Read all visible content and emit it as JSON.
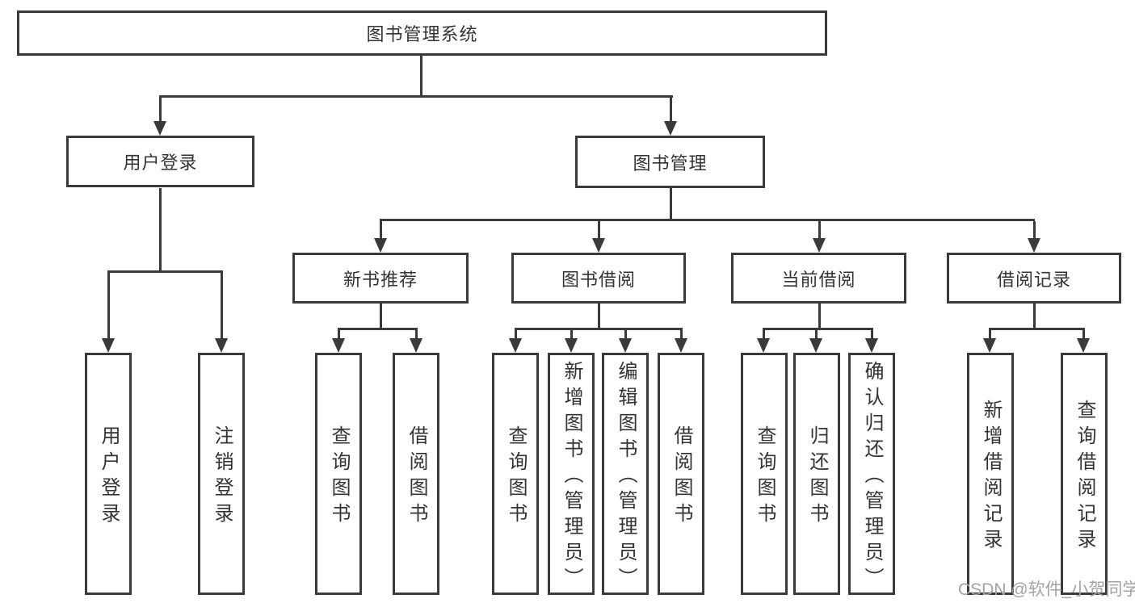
{
  "tree": {
    "root": "图书管理系统",
    "children": [
      {
        "label": "用户登录",
        "children": [
          "用户登录",
          "注销登录"
        ]
      },
      {
        "label": "图书管理",
        "children": [
          {
            "label": "新书推荐",
            "children": [
              "查询图书",
              "借阅图书"
            ]
          },
          {
            "label": "图书借阅",
            "children": [
              "查询图书",
              "新增图书（管理员）",
              "编辑图书（管理员）",
              "借阅图书"
            ]
          },
          {
            "label": "当前借阅",
            "children": [
              "查询图书",
              "归还图书",
              "确认归还（管理员）"
            ]
          },
          {
            "label": "借阅记录",
            "children": [
              "新增借阅记录",
              "查询借阅记录"
            ]
          }
        ]
      }
    ]
  },
  "watermark": "CSDN @软件_小贺同学",
  "colors": {
    "line": "#3a3a3a",
    "text": "#333333",
    "watermark": "#a3a3a3",
    "background": "#ffffff"
  }
}
